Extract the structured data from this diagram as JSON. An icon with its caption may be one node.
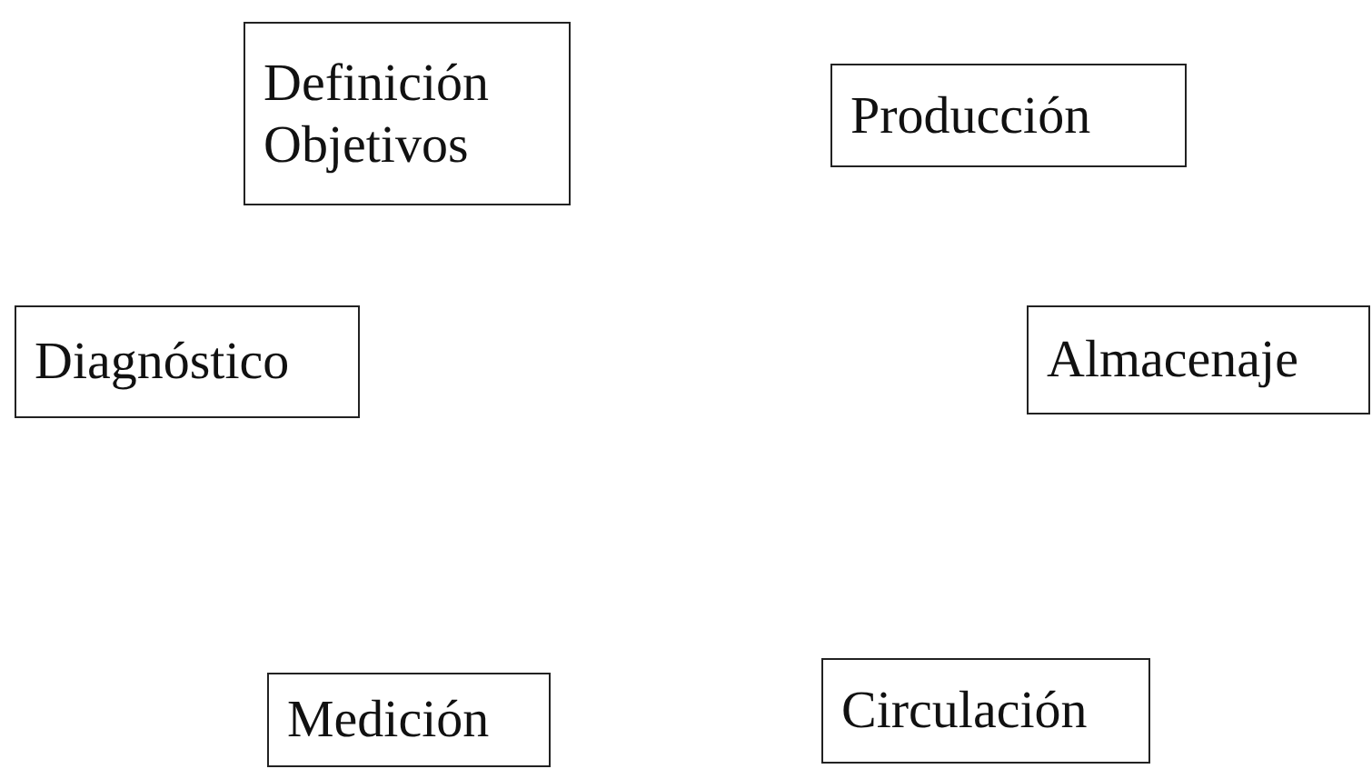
{
  "diagram": {
    "nodes": [
      {
        "text": [
          "Definición Objetivos"
        ]
      },
      {
        "text": [
          "Producción"
        ]
      },
      {
        "text": [
          "Diagnóstico"
        ]
      },
      {
        "text": [
          "Almacenaje"
        ]
      },
      {
        "text": [
          "Medición"
        ]
      },
      {
        "text": [
          "Circulación"
        ]
      }
    ]
  }
}
